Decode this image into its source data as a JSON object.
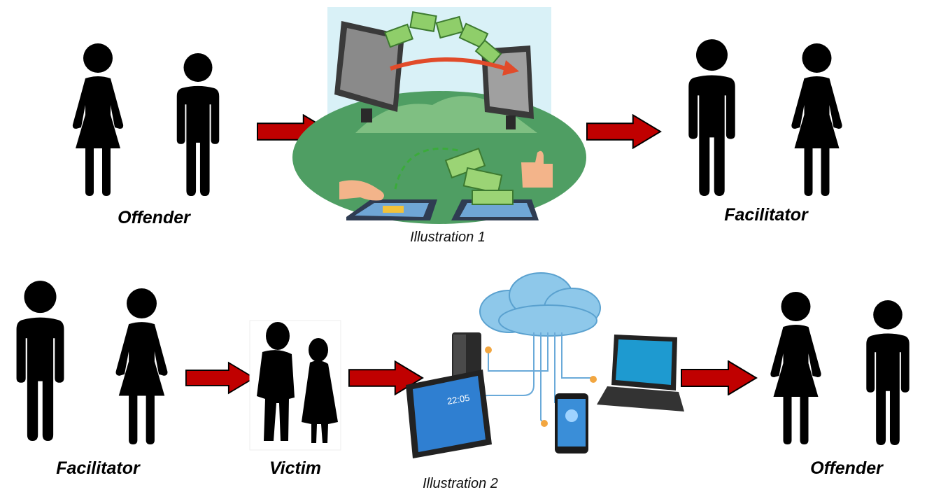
{
  "row1": {
    "left_label": "Offender",
    "illustration_label": "Illustration 1",
    "right_label": "Facilitator"
  },
  "row2": {
    "left_label": "Facilitator",
    "victim_label": "Victim",
    "illustration_label": "Illustration 2",
    "right_label": "Offender",
    "tablet_clock": "22:05"
  },
  "colors": {
    "arrow_fill": "#c00000",
    "arrow_stroke": "#000000",
    "figure": "#000000",
    "cloud": "#8ec8ea",
    "money": "#7cc66a",
    "globe": "#5aa56a"
  }
}
